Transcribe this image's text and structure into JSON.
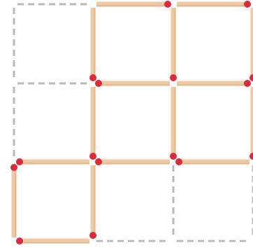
{
  "puzzle": {
    "type": "matchstick-squares",
    "grid_size": [
      3,
      3
    ],
    "colors": {
      "background": "#ffffff",
      "stick": "#eec9a2",
      "stick_shade": "#d9a77a",
      "stick_head": "#e0283a",
      "empty_slot": "#b9b9b9"
    },
    "matchsticks": [
      {
        "id": "h-r0-c1",
        "orientation": "horizontal",
        "row": 0,
        "col": 1
      },
      {
        "id": "h-r0-c2",
        "orientation": "horizontal",
        "row": 0,
        "col": 2
      },
      {
        "id": "h-r1-c1",
        "orientation": "horizontal",
        "row": 1,
        "col": 1
      },
      {
        "id": "h-r1-c2",
        "orientation": "horizontal",
        "row": 1,
        "col": 2
      },
      {
        "id": "h-r2-c0",
        "orientation": "horizontal",
        "row": 2,
        "col": 0
      },
      {
        "id": "h-r2-c1",
        "orientation": "horizontal",
        "row": 2,
        "col": 1
      },
      {
        "id": "h-r2-c2",
        "orientation": "horizontal",
        "row": 2,
        "col": 2
      },
      {
        "id": "h-r3-c0",
        "orientation": "horizontal",
        "row": 3,
        "col": 0
      },
      {
        "id": "v-r0-c1",
        "orientation": "vertical",
        "row": 0,
        "col": 1
      },
      {
        "id": "v-r0-c2",
        "orientation": "vertical",
        "row": 0,
        "col": 2
      },
      {
        "id": "v-r0-c3",
        "orientation": "vertical",
        "row": 0,
        "col": 3
      },
      {
        "id": "v-r1-c1",
        "orientation": "vertical",
        "row": 1,
        "col": 1
      },
      {
        "id": "v-r1-c2",
        "orientation": "vertical",
        "row": 1,
        "col": 2
      },
      {
        "id": "v-r1-c3",
        "orientation": "vertical",
        "row": 1,
        "col": 3
      },
      {
        "id": "v-r2-c0",
        "orientation": "vertical",
        "row": 2,
        "col": 0
      },
      {
        "id": "v-r2-c1",
        "orientation": "vertical",
        "row": 2,
        "col": 1
      }
    ],
    "empty_slots": [
      {
        "id": "h-r0-c0",
        "orientation": "horizontal",
        "row": 0,
        "col": 0
      },
      {
        "id": "h-r1-c0",
        "orientation": "horizontal",
        "row": 1,
        "col": 0
      },
      {
        "id": "h-r3-c1",
        "orientation": "horizontal",
        "row": 3,
        "col": 1
      },
      {
        "id": "h-r3-c2",
        "orientation": "horizontal",
        "row": 3,
        "col": 2
      },
      {
        "id": "v-r0-c0",
        "orientation": "vertical",
        "row": 0,
        "col": 0
      },
      {
        "id": "v-r1-c0",
        "orientation": "vertical",
        "row": 1,
        "col": 0
      },
      {
        "id": "v-r2-c2",
        "orientation": "vertical",
        "row": 2,
        "col": 2
      },
      {
        "id": "v-r2-c3",
        "orientation": "vertical",
        "row": 2,
        "col": 3
      }
    ]
  }
}
